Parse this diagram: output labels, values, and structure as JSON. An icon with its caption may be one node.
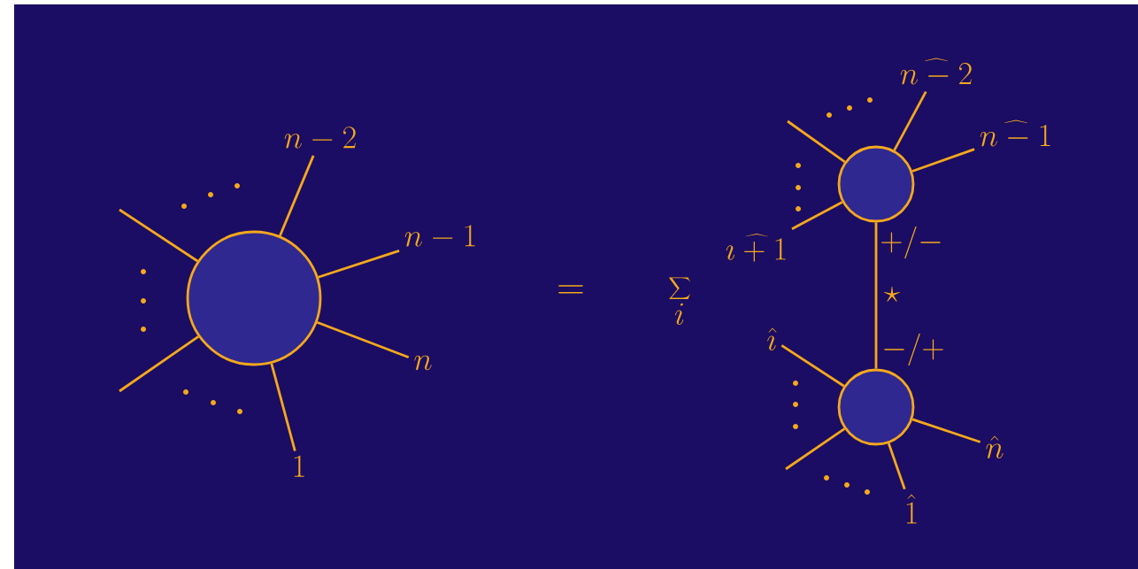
{
  "diagram": {
    "nodes": [
      {
        "text": [],
        "shape": "circle"
      },
      {
        "text": [
          "n-2"
        ]
      },
      {
        "text": [
          "n-1"
        ]
      },
      {
        "text": [
          "n"
        ]
      },
      {
        "text": [
          "1"
        ]
      },
      {
        "text": [],
        "shape": "circle"
      },
      {
        "text": [],
        "shape": "circle"
      },
      {
        "text": [
          "\\widehat{n-2}"
        ]
      },
      {
        "text": [
          "\\widehat{n-1}"
        ]
      },
      {
        "text": [
          "\\widehat{\\imath+1}"
        ]
      },
      {
        "text": [
          "\\hat{\\imath}"
        ]
      },
      {
        "text": [
          "\\hat{n}"
        ]
      },
      {
        "text": [
          "\\hat{1}"
        ]
      }
    ],
    "edges": [
      {
        "from": 0,
        "to": 1,
        "arrow": "none"
      },
      {
        "from": 0,
        "to": 2,
        "arrow": "none"
      },
      {
        "from": 0,
        "to": 3,
        "arrow": "none"
      },
      {
        "from": 0,
        "to": 4,
        "arrow": "none"
      },
      {
        "from": 0,
        "to": null,
        "arrow": "none"
      },
      {
        "from": 0,
        "to": null,
        "arrow": "none"
      },
      {
        "from": 5,
        "to": 7,
        "arrow": "none"
      },
      {
        "from": 5,
        "to": 8,
        "arrow": "none"
      },
      {
        "from": 5,
        "to": 9,
        "arrow": "none"
      },
      {
        "from": 5,
        "to": null,
        "arrow": "none"
      },
      {
        "from": 6,
        "to": 10,
        "arrow": "none"
      },
      {
        "from": 6,
        "to": 11,
        "arrow": "none"
      },
      {
        "from": 6,
        "to": 12,
        "arrow": "none"
      },
      {
        "from": 6,
        "to": null,
        "arrow": "none"
      },
      {
        "from": 5,
        "to": 6,
        "arrow": "none"
      }
    ],
    "labels": [
      "=",
      "\\sum_i",
      "+/-",
      "\\star",
      "-/+"
    ]
  }
}
